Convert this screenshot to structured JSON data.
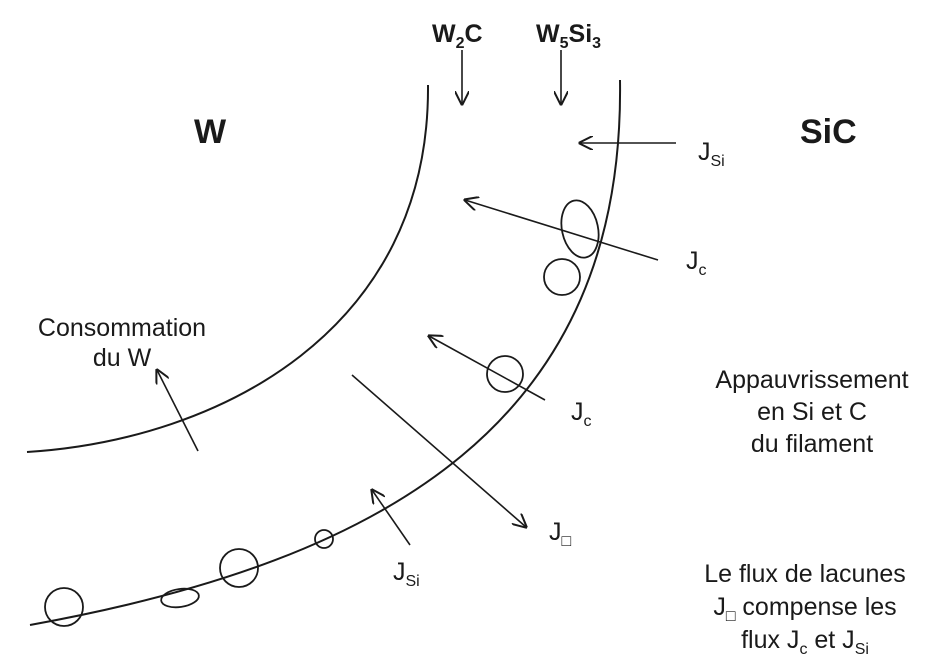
{
  "regions": {
    "w_label": "W",
    "sic_label": "SiC"
  },
  "phases": {
    "w2c": {
      "base": "W",
      "sub1": "2",
      "mid": "C"
    },
    "w5si3": {
      "base": "W",
      "sub1": "5",
      "mid": "Si",
      "sub2": "3"
    }
  },
  "fluxes": {
    "j_si": {
      "base": "J",
      "sub": "Si"
    },
    "j_c": {
      "base": "J",
      "sub": "c"
    },
    "j_vacancy": {
      "base": "J",
      "sub": "□"
    }
  },
  "annotations": {
    "consumption": [
      "Consommation",
      "du W"
    ],
    "depletion": [
      "Appauvrissement",
      "en Si et C",
      "du filament"
    ],
    "vacancy_flux": {
      "line1": "Le flux de lacunes",
      "line2_base": "J",
      "line2_sub": "□",
      "line2_rest": " compense les",
      "line3_pre": "flux J",
      "line3_sub1": "c",
      "line3_mid": " et J",
      "line3_sub2": "Si"
    }
  }
}
